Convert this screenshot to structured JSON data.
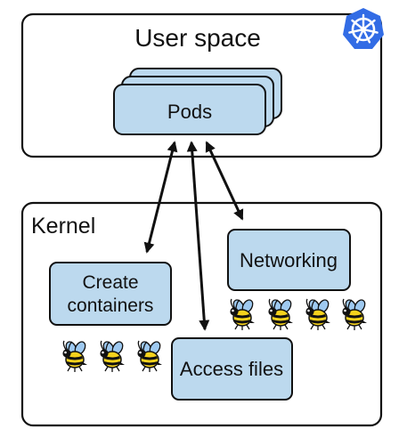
{
  "user_space": {
    "label": "User space"
  },
  "pods": {
    "label": "Pods"
  },
  "kernel": {
    "label": "Kernel",
    "boxes": {
      "create_containers": {
        "line1": "Create",
        "line2": "containers"
      },
      "networking": {
        "label": "Networking"
      },
      "access_files": {
        "label": "Access files"
      }
    }
  },
  "icons": {
    "kubernetes": "kubernetes-logo-icon",
    "bee": "ebpf-bee-icon"
  },
  "colors": {
    "box_fill": "#bcd9ee",
    "box_stroke": "#1a1a1a",
    "kubernetes_blue": "#326ce5",
    "bee_yellow": "#f5d21c",
    "bee_wing": "#9ec9f0"
  }
}
